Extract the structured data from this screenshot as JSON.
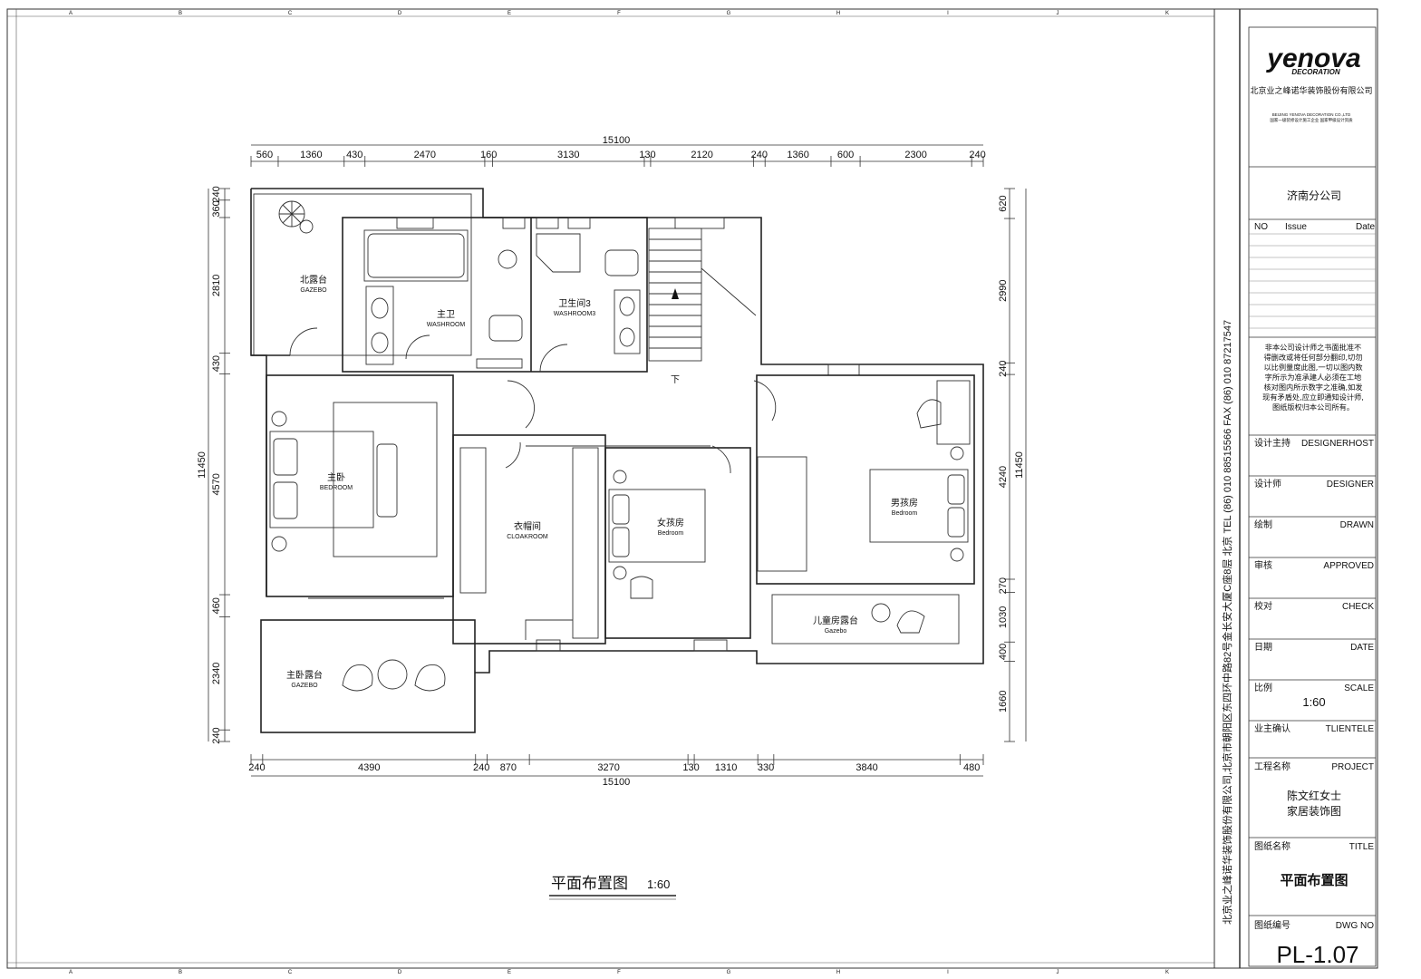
{
  "title_block": {
    "logo_main": "yenova",
    "logo_sub": "DECORATION",
    "company_zh": "北京业之峰诺华装饰股份有限公司",
    "company_en": "BEIJING YENOVA DECORATION CO.,LTD",
    "company_note": "国家一级装修设计施工企业 国家甲级设计资质",
    "branch": "济南分公司",
    "rev_header": {
      "no": "NO",
      "issue": "Issue",
      "date": "Date"
    },
    "notice": "非本公司设计师之书面批准不得删改或将任何部分翻印,切勿以比例量度此图,一切以图内数字所示为准承建人必须在工地核对图内所示数字之准确,如发现有矛盾处,应立即通知设计师,图纸版权归本公司所有。",
    "rows": [
      {
        "zh": "设计主持",
        "en": "DESIGNERHOST"
      },
      {
        "zh": "设计师",
        "en": "DESIGNER"
      },
      {
        "zh": "绘制",
        "en": "DRAWN"
      },
      {
        "zh": "审核",
        "en": "APPROVED"
      },
      {
        "zh": "校对",
        "en": "CHECK"
      },
      {
        "zh": "日期",
        "en": "DATE"
      },
      {
        "zh": "比例",
        "en": "SCALE"
      },
      {
        "zh": "业主确认",
        "en": "TLIENTELE"
      }
    ],
    "scale_value": "1:60",
    "project_label": {
      "zh": "工程名称",
      "en": "PROJECT"
    },
    "project_name_1": "陈文红女士",
    "project_name_2": "家居装饰图",
    "drawing_label": {
      "zh": "图纸名称",
      "en": "TITLE"
    },
    "drawing_name": "平面布置图",
    "dwg_label": {
      "zh": "图纸编号",
      "en": "DWG NO"
    },
    "dwg_no": "PL-1.07"
  },
  "side_text": "北京业之峰诺华装饰股份有限公司,北京市朝阳区东四环中路82号金长安大厦C座8层 北京 TEL (86) 010 88515566 FAX (86) 010 87217547",
  "drawing_title": "平面布置图",
  "drawing_scale": "1:60",
  "stair_down": "下",
  "rooms": [
    {
      "id": "north-gazebo",
      "zh": "北露台",
      "en": "GAZEBO"
    },
    {
      "id": "master-bath",
      "zh": "主卫",
      "en": "WASHROOM"
    },
    {
      "id": "washroom3",
      "zh": "卫生间3",
      "en": "WASHROOM3"
    },
    {
      "id": "master-bedroom",
      "zh": "主卧",
      "en": "BEDROOM"
    },
    {
      "id": "cloakroom",
      "zh": "衣帽间",
      "en": "CLOAKROOM"
    },
    {
      "id": "girl-room",
      "zh": "女孩房",
      "en": "Bedroom"
    },
    {
      "id": "boy-room",
      "zh": "男孩房",
      "en": "Bedroom"
    },
    {
      "id": "kids-gazebo",
      "zh": "儿童房露台",
      "en": "Gazebo"
    },
    {
      "id": "master-gazebo",
      "zh": "主卧露台",
      "en": "GAZEBO"
    }
  ],
  "dims": {
    "top_total": "15100",
    "top": [
      "560",
      "1360",
      "430",
      "2470",
      "160",
      "3130",
      "130",
      "2120",
      "240",
      "1360",
      "600",
      "2300",
      "240"
    ],
    "bottom_total": "15100",
    "bottom": [
      "240",
      "4390",
      "240",
      "870",
      "3270",
      "130",
      "1310",
      "330",
      "3840",
      "480"
    ],
    "left_total": "11450",
    "left": [
      "240",
      "360",
      "2810",
      "430",
      "4570",
      "460",
      "2340",
      "240"
    ],
    "right_total": "11450",
    "right": [
      "620",
      "2990",
      "240",
      "4240",
      "270",
      "1030",
      "400",
      "1660"
    ]
  },
  "grid_labels": [
    "A",
    "B",
    "C",
    "D",
    "E",
    "F",
    "G",
    "H",
    "I",
    "J",
    "K"
  ]
}
